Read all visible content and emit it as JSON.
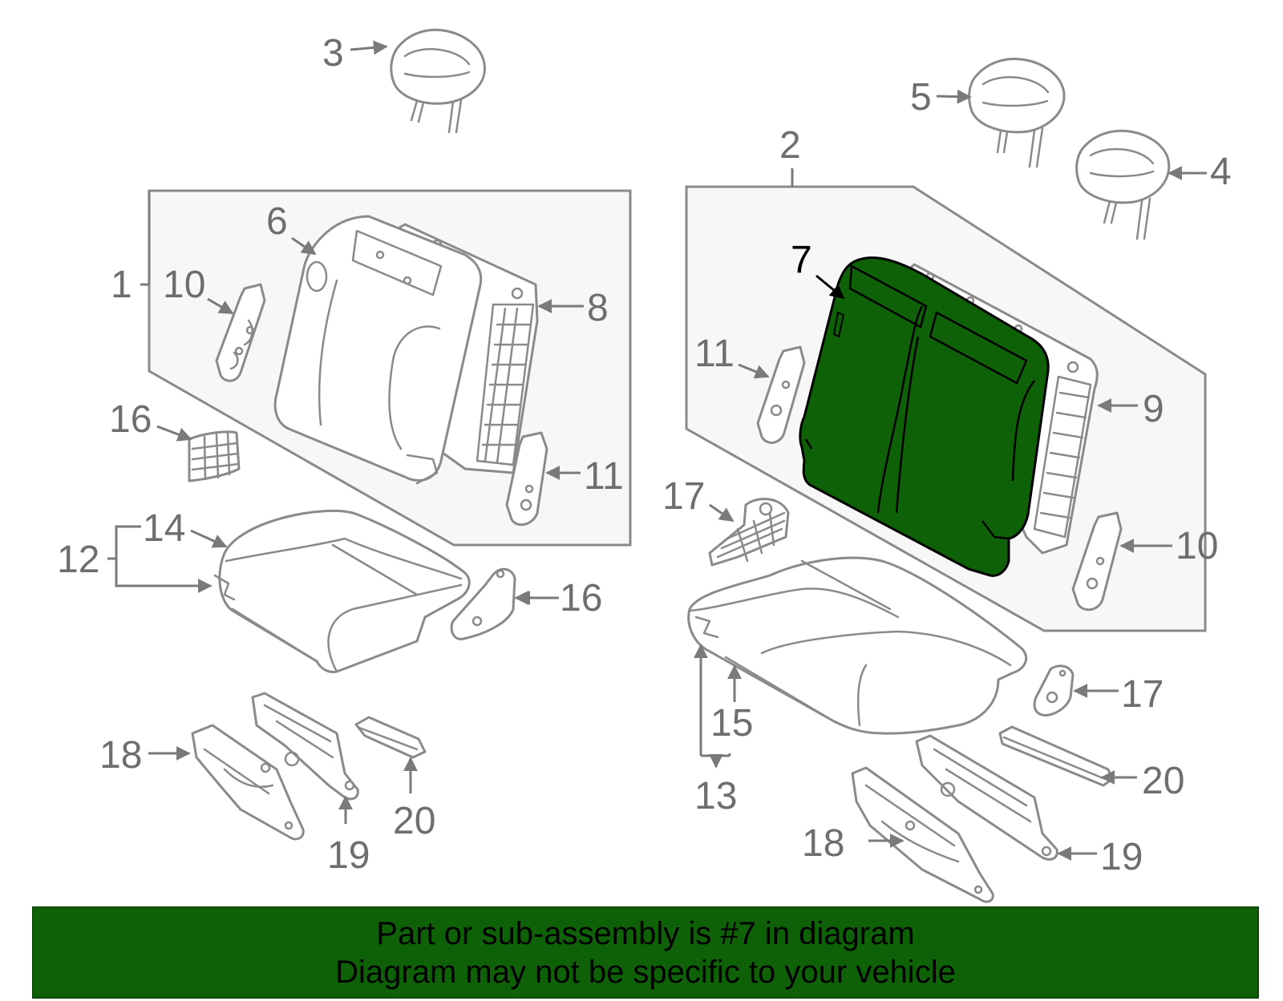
{
  "colors": {
    "highlight_part": "#0f6108",
    "banner_background": "#0f6108",
    "line_gray": "#8a8a8a",
    "callout_text": "#6e6e6e",
    "highlight_callout_text": "#000000"
  },
  "callouts": {
    "c1": "1",
    "c2": "2",
    "c3": "3",
    "c4": "4",
    "c5": "5",
    "c6": "6",
    "c7": "7",
    "c8": "8",
    "c9": "9",
    "c10_left": "10",
    "c10_right": "10",
    "c11_left_top": "11",
    "c11_left_bottom": "11",
    "c12": "12",
    "c13": "13",
    "c14": "14",
    "c15": "15",
    "c16_left": "16",
    "c16_right": "16",
    "c17_top": "17",
    "c17_bottom": "17",
    "c18_left": "18",
    "c18_right": "18",
    "c19_left": "19",
    "c19_right": "19",
    "c20_left": "20",
    "c20_right": "20"
  },
  "highlighted_part": "7",
  "banner": {
    "line1": "Part or sub-assembly is #7 in diagram",
    "line2": "Diagram may not be specific to your vehicle"
  }
}
